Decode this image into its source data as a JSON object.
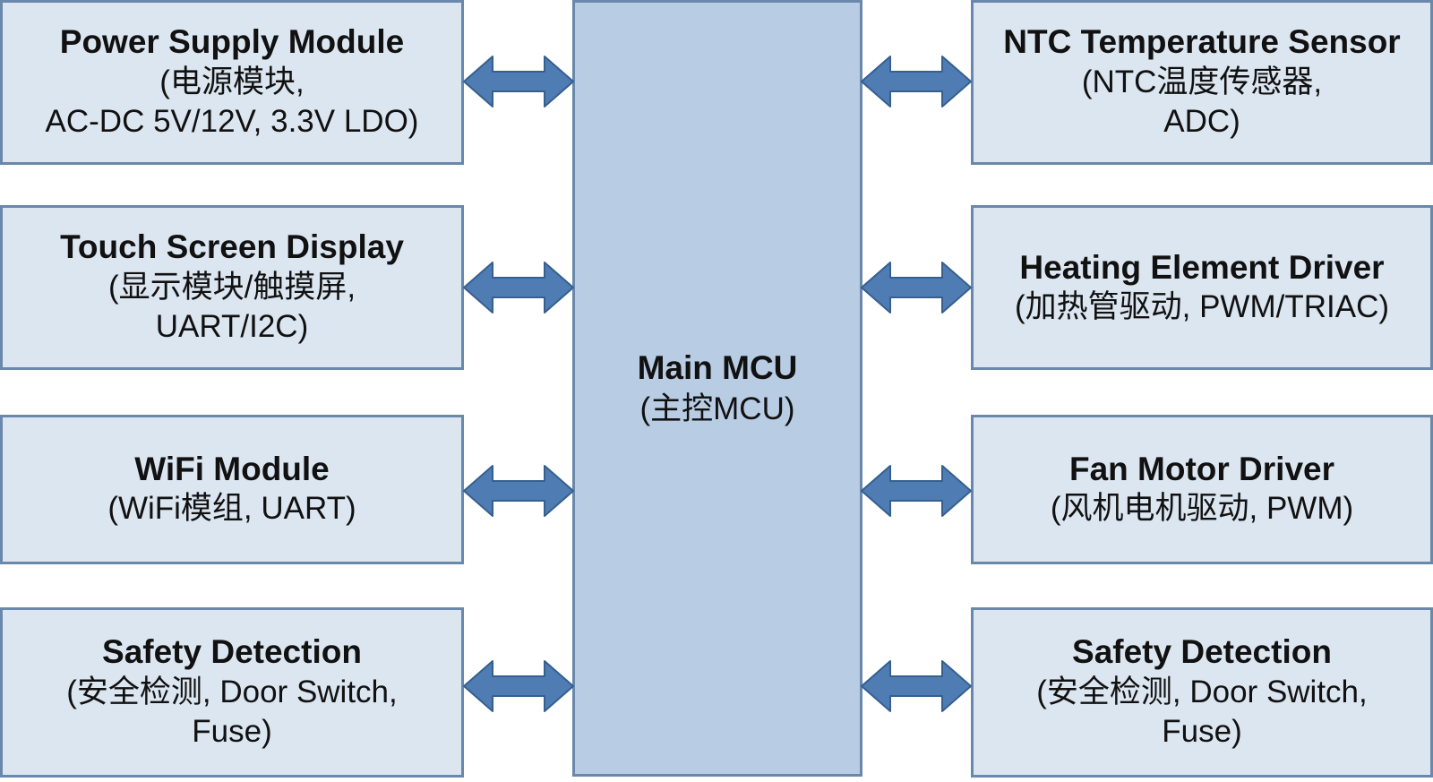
{
  "colors": {
    "box_fill": "#dce6f1",
    "box_border": "#6a88ab",
    "mcu_fill": "#b8cce4",
    "arrow_fill": "#4f7db3"
  },
  "mcu": {
    "title": "Main MCU",
    "subtitle": "(主控MCU)"
  },
  "left_modules": [
    {
      "title": "Power Supply Module",
      "lines": [
        "(电源模块,",
        "AC-DC 5V/12V, 3.3V LDO)"
      ]
    },
    {
      "title": "Touch Screen Display",
      "lines": [
        "(显示模块/触摸屏,",
        "UART/I2C)"
      ]
    },
    {
      "title": "WiFi Module",
      "lines": [
        "(WiFi模组, UART)"
      ]
    },
    {
      "title": "Safety Detection",
      "lines": [
        "(安全检测, Door Switch,",
        "Fuse)"
      ]
    }
  ],
  "right_modules": [
    {
      "title": "NTC Temperature Sensor",
      "lines": [
        "(NTC温度传感器,",
        "ADC)"
      ]
    },
    {
      "title": "Heating Element Driver",
      "lines": [
        "(加热管驱动, PWM/TRIAC)"
      ]
    },
    {
      "title": "Fan Motor Driver",
      "lines": [
        "(风机电机驱动, PWM)"
      ]
    },
    {
      "title": "Safety Detection",
      "lines": [
        "(安全检测, Door Switch,",
        "Fuse)"
      ]
    }
  ]
}
